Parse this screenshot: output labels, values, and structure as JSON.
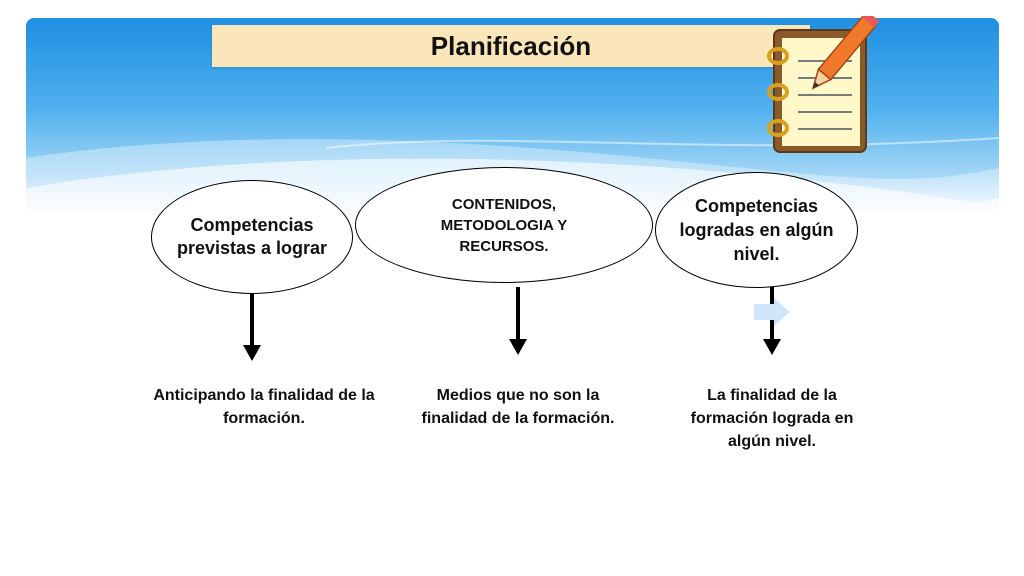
{
  "title": "Planificación",
  "nodes": [
    {
      "label": "Competencias previstas a lograr",
      "caption": "Anticipando la finalidad de la formación."
    },
    {
      "label": "CONTENIDOS, METODOLOGIA Y RECURSOS.",
      "caption": "Medios que no son la finalidad de la formación."
    },
    {
      "label": "Competencias logradas en algún nivel.",
      "caption": "La finalidad de la formación lograda en algún nivel."
    }
  ],
  "icons": [
    "notepad-pencil-icon",
    "arrow-down-icon",
    "arrow-right-icon"
  ],
  "colors": {
    "banner": "#2b95e3",
    "title_bar": "#fbe6b9",
    "text": "#111111"
  }
}
